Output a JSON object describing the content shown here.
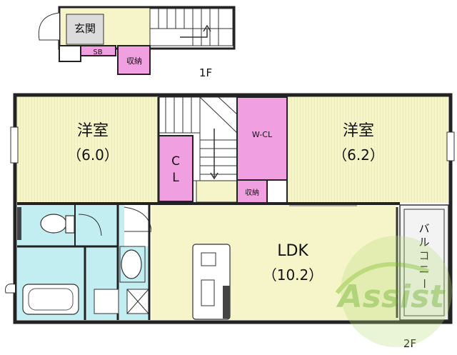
{
  "floor1": {
    "label": "1F",
    "rooms": {
      "genkan": "玄関",
      "sb": "SB",
      "shuno": "収納"
    }
  },
  "floor2": {
    "label": "2F",
    "western_left": {
      "name": "洋室",
      "size": "（6.0）"
    },
    "western_right": {
      "name": "洋室",
      "size": "（6.2）"
    },
    "wcl": "W-CL",
    "cl_c": "C",
    "cl_l": "L",
    "shuno": "収納",
    "ldk": {
      "name": "LDK",
      "size": "（10.2）"
    },
    "balcony": [
      "バ",
      "ル",
      "コ",
      "ニ",
      "ー"
    ]
  },
  "watermark": {
    "text": "Assist"
  },
  "colors": {
    "wall": "#222222",
    "room_cream": "#f6f5c9",
    "closet_pink": "#f0a0e0",
    "wet_blue": "#c2eef2",
    "balcony": "#f3f3f3",
    "watermark_green": "#8cc63e"
  }
}
